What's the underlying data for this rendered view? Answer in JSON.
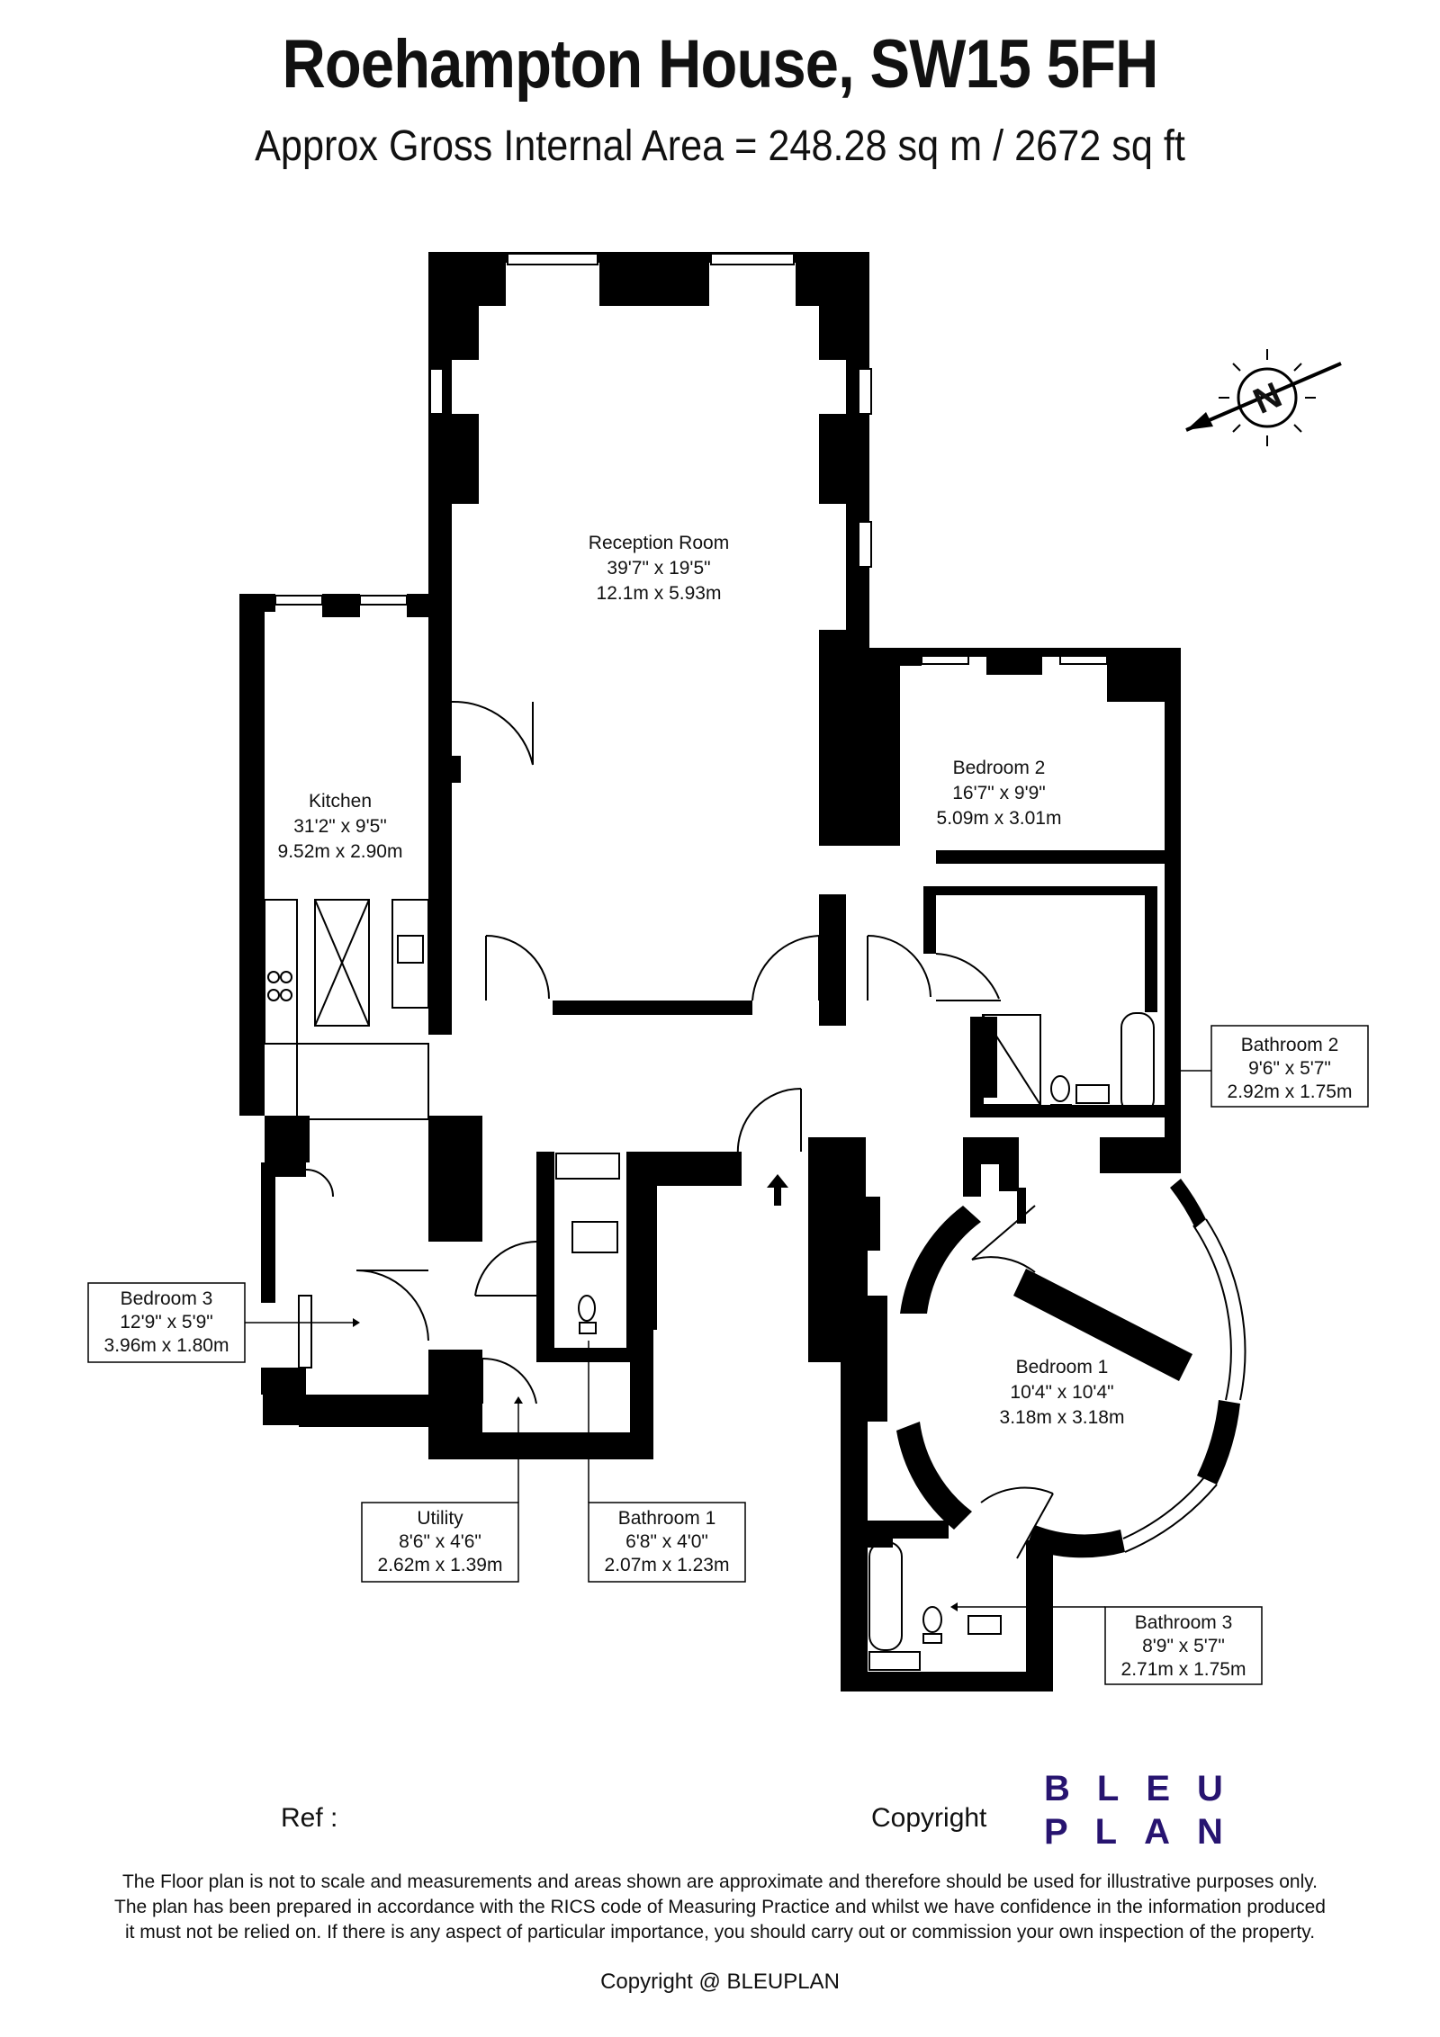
{
  "header": {
    "title": "Roehampton House, SW15 5FH",
    "subtitle": "Approx Gross Internal Area = 248.28 sq m / 2672 sq ft"
  },
  "rooms": {
    "reception": {
      "name": "Reception Room",
      "imperial": "39'7\" x 19'5\"",
      "metric": "12.1m x 5.93m"
    },
    "kitchen": {
      "name": "Kitchen",
      "imperial": "31'2\" x 9'5\"",
      "metric": "9.52m x 2.90m"
    },
    "bedroom2": {
      "name": "Bedroom 2",
      "imperial": "16'7\" x 9'9\"",
      "metric": "5.09m x 3.01m"
    },
    "bathroom2": {
      "name": "Bathroom 2",
      "imperial": "9'6\" x 5'7\"",
      "metric": "2.92m x 1.75m"
    },
    "bedroom3": {
      "name": "Bedroom 3",
      "imperial": "12'9\" x 5'9\"",
      "metric": "3.96m x 1.80m"
    },
    "bedroom1": {
      "name": "Bedroom 1",
      "imperial": "10'4\" x 10'4\"",
      "metric": "3.18m x 3.18m"
    },
    "utility": {
      "name": "Utility",
      "imperial": "8'6\" x 4'6\"",
      "metric": "2.62m x 1.39m"
    },
    "bathroom1": {
      "name": "Bathroom 1",
      "imperial": "6'8\" x 4'0\"",
      "metric": "2.07m x 1.23m"
    },
    "bathroom3": {
      "name": "Bathroom 3",
      "imperial": "8'9\" x 5'7\"",
      "metric": "2.71m x 1.75m"
    }
  },
  "compass": {
    "letter": "N"
  },
  "footer": {
    "ref_label": "Ref  :",
    "copyright_label": "Copyright",
    "logo_line1": "BLEU",
    "logo_line2": "PLAN",
    "brand_color": "#271470",
    "disclaimer": "The Floor plan is not to scale and measurements and areas shown are approximate and therefore should be used for illustrative purposes only. The plan has been prepared in accordance with the RICS code of Measuring Practice and whilst we have confidence in the information produced it must not be relied on. If there is any aspect of particular importance, you should carry out or commission your own inspection of the property.",
    "copyright_line": "Copyright @ BLEUPLAN"
  }
}
